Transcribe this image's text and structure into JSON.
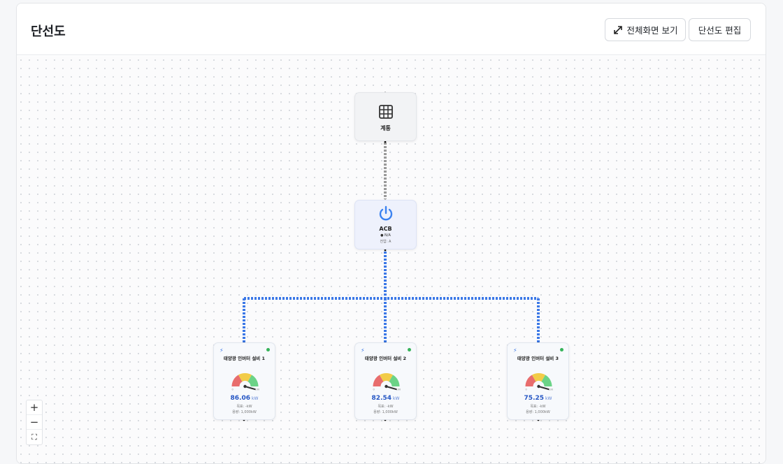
{
  "header": {
    "title": "단선도",
    "fullscreen_label": "전체화면 보기",
    "edit_label": "단선도 편집"
  },
  "nodes": {
    "grid": {
      "label": "계통"
    },
    "acb": {
      "label": "ACB",
      "status": "● N/A",
      "current": "전압: A"
    }
  },
  "inverters": [
    {
      "title": "태양광 인버터 설비 1",
      "value": "86.06",
      "unit": "kW",
      "target": "목표: -kW",
      "capacity": "용량: 1,000kW",
      "gauge_min": "0",
      "gauge_max": "100",
      "fraction": 0.86,
      "status": "online"
    },
    {
      "title": "태양광 인버터 설비 2",
      "value": "82.54",
      "unit": "kW",
      "target": "목표: -kW",
      "capacity": "용량: 1,000kW",
      "gauge_min": "0",
      "gauge_max": "100",
      "fraction": 0.8254,
      "status": "online"
    },
    {
      "title": "태양광 인버터 설비 3",
      "value": "75.25",
      "unit": "kW",
      "target": "목표: -kW",
      "capacity": "용량: 1,000kW",
      "gauge_min": "0",
      "gauge_max": "100",
      "fraction": 0.7525,
      "status": "online"
    }
  ],
  "zoom": {
    "in": "+",
    "out": "−",
    "fit": "⛶"
  },
  "colors": {
    "wire_active": "#3b78e7",
    "wire_grid": "#9a9a9a",
    "gauge_red": "#e86d6d",
    "gauge_yellow": "#f2cc48",
    "gauge_green": "#6bd387",
    "status_online": "#36b35a"
  },
  "icons": {
    "fullscreen": "expand-diagonal-icon",
    "grid": "grid-table-icon",
    "acb": "power-icon",
    "inverter": "lightning-icon"
  }
}
